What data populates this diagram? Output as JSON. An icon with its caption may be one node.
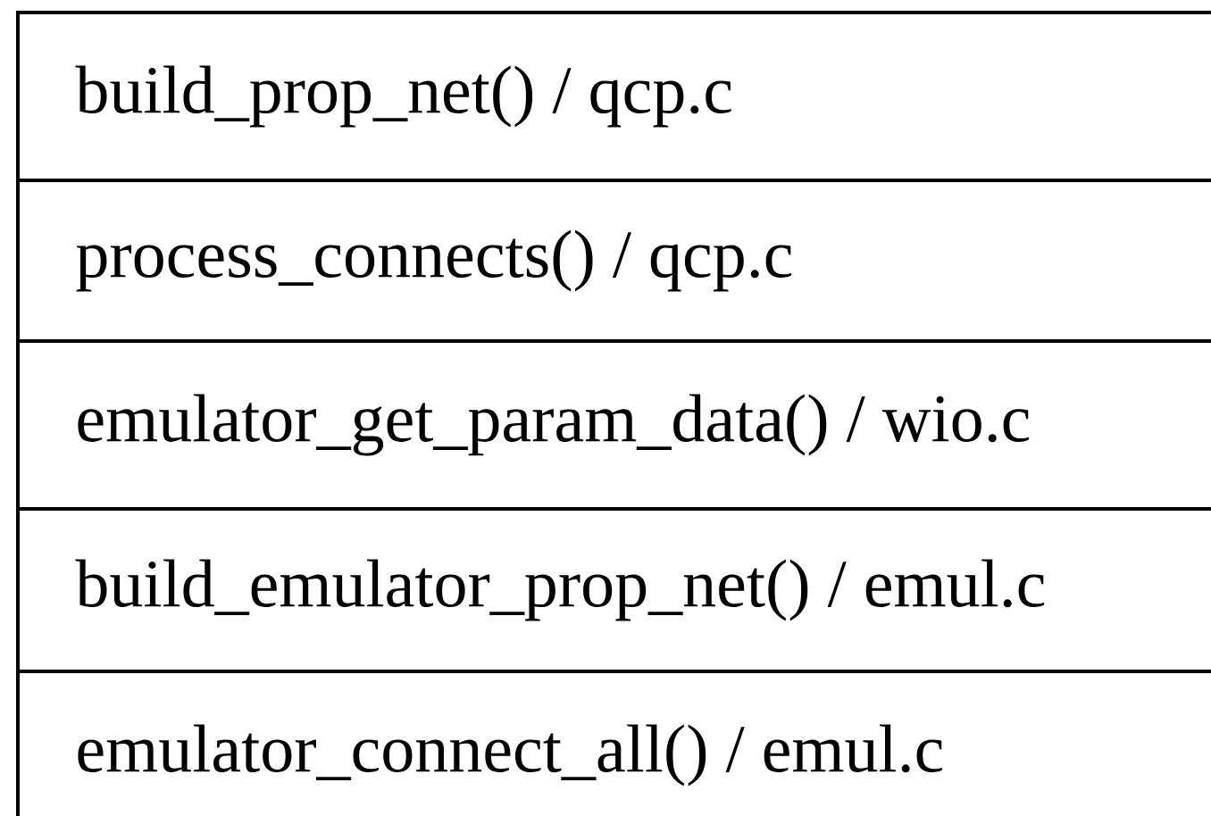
{
  "diagram": {
    "nodes": [
      {
        "text": [
          "build_prop_net() / qcp.c"
        ]
      },
      {
        "text": [
          "process_connects() / qcp.c"
        ]
      },
      {
        "text": [
          "emulator_get_param_data() / wio.c"
        ]
      },
      {
        "text": [
          "build_emulator_prop_net() / emul.c"
        ]
      },
      {
        "text": [
          "emulator_connect_all() / emul.c"
        ]
      }
    ]
  }
}
